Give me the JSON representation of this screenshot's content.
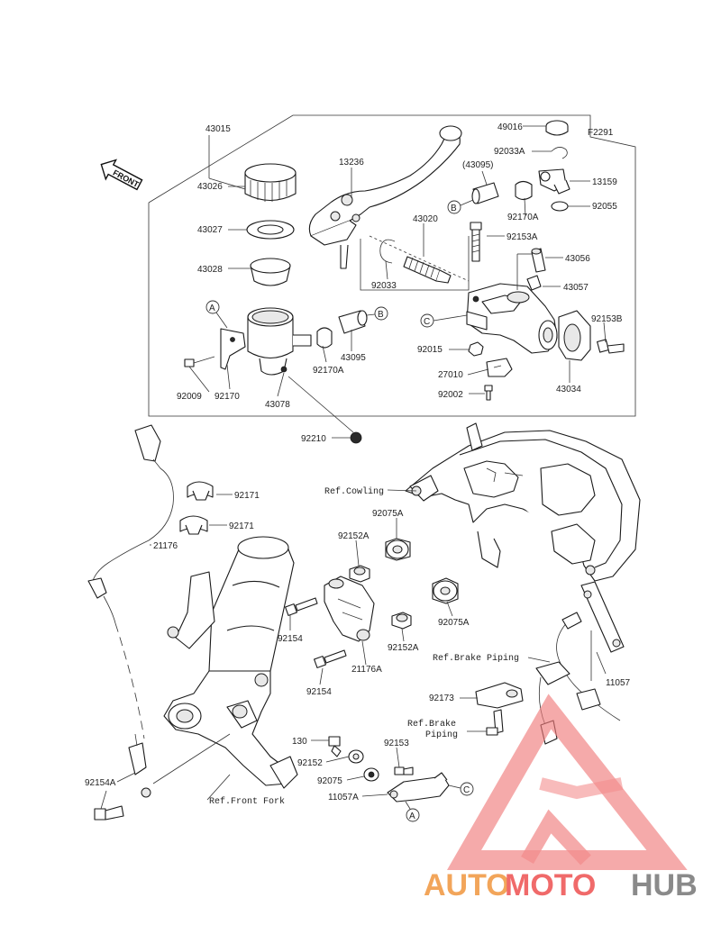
{
  "figure_code": "F2291",
  "front_label": "FRONT",
  "watermark": {
    "text_auto": "AUTO",
    "text_moto": "MOTO",
    "text_hub": "HUB",
    "colors": {
      "auto": "#f2a55a",
      "moto": "#f06a6a",
      "hub": "#8a8a8a",
      "logo": "#f07a7a"
    }
  },
  "callouts": {
    "A": "A",
    "B": "B",
    "C": "C"
  },
  "parts": {
    "p43015": "43015",
    "p49016": "49016",
    "p92033A": "92033A",
    "p13236": "13236",
    "p43095a": "(43095)",
    "p13159": "13159",
    "p43026": "43026",
    "p92170A_top": "92170A",
    "p92055": "92055",
    "p43020": "43020",
    "p43027": "43027",
    "p92153A": "92153A",
    "p43056": "43056",
    "p43028": "43028",
    "p92033": "92033",
    "p43057": "43057",
    "p92153B": "92153B",
    "p92015": "92015",
    "p43095b": "43095",
    "p92170A_mid": "92170A",
    "p27010": "27010",
    "p43034": "43034",
    "p92009": "92009",
    "p92170": "92170",
    "p43078": "43078",
    "p92002": "92002",
    "p92210": "92210",
    "p92171a": "92171",
    "p92171b": "92171",
    "refCowling": "Ref.Cowling",
    "p21176": "21176",
    "p92075A_top": "92075A",
    "p92152A_top": "92152A",
    "p92154_a": "92154",
    "p92152A_bot": "92152A",
    "p92075A_bot": "92075A",
    "p21176A": "21176A",
    "refBrakePiping1": "Ref.Brake Piping",
    "p11057": "11057",
    "p92154_b": "92154",
    "p92173": "92173",
    "refBrakePiping2a": "Ref.Brake",
    "refBrakePiping2b": "Piping",
    "p130": "130",
    "p92153": "92153",
    "p92152": "92152",
    "p92075": "92075",
    "p11057A": "11057A",
    "refFrontFork": "Ref.Front Fork",
    "p92154A": "92154A"
  }
}
